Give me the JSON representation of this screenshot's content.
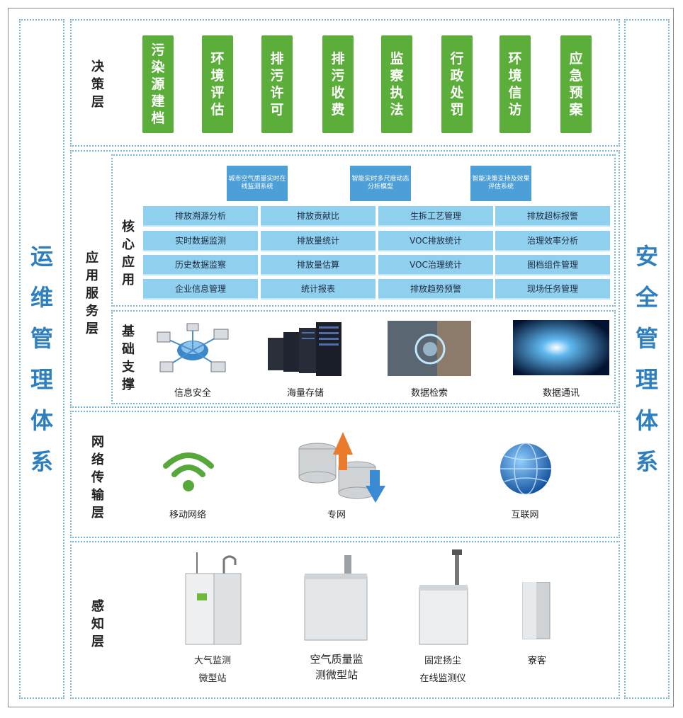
{
  "side_left": [
    "运",
    "维",
    "管",
    "理",
    "体",
    "系"
  ],
  "side_right": [
    "安",
    "全",
    "管",
    "理",
    "体",
    "系"
  ],
  "decision": {
    "label": [
      "决",
      "策",
      "层"
    ],
    "buttons": [
      [
        "污",
        "染",
        "源",
        "建",
        "档"
      ],
      [
        "环",
        "境",
        "评",
        "估"
      ],
      [
        "排",
        "污",
        "许",
        "可"
      ],
      [
        "排",
        "污",
        "收",
        "费"
      ],
      [
        "监",
        "察",
        "执",
        "法"
      ],
      [
        "行",
        "政",
        "处",
        "罚"
      ],
      [
        "环",
        "境",
        "信",
        "访"
      ],
      [
        "应",
        "急",
        "预",
        "案"
      ]
    ]
  },
  "app": {
    "label": [
      "应",
      "用",
      "服",
      "务",
      "层"
    ],
    "core_label": [
      "核",
      "心",
      "应",
      "用"
    ],
    "base_label": [
      "基",
      "础",
      "支",
      "撑"
    ],
    "notes": [
      "城市空气质量实时在线监测系统",
      "智能实时多尺度动态分析模型",
      "智能决策支持及效果评估系统"
    ],
    "grid": [
      [
        "排放溯源分析",
        "排放贡献比",
        "生拆工艺管理",
        "排放超标报警"
      ],
      [
        "实时数据监测",
        "排放量统计",
        "VOC排放统计",
        "治理效率分析"
      ],
      [
        "历史数据监察",
        "排放量估算",
        "VOC治理统计",
        "图档组件管理"
      ],
      [
        "企业信息管理",
        "统计报表",
        "排放趋势预警",
        "现场任务管理"
      ]
    ],
    "base_items": [
      "信息安全",
      "海量存储",
      "数据检索",
      "数据通讯"
    ]
  },
  "network": {
    "label": [
      "网",
      "络",
      "传",
      "输",
      "层"
    ],
    "items": [
      "移动网络",
      "专网",
      "互联网"
    ]
  },
  "sense": {
    "label": [
      "感",
      "知",
      "层"
    ],
    "items": [
      {
        "line1": "大气监测",
        "line2": "微型站"
      },
      {
        "line1": "空气质量监",
        "line2": "测微型站"
      },
      {
        "line1": "固定扬尘",
        "line2": "在线监测仪"
      },
      {
        "line1": "寮客",
        "line2": ""
      }
    ]
  },
  "colors": {
    "green": "#5cae3a",
    "blue_title": "#2d7fc0",
    "cell": "#8fd0ee",
    "dashed": "#79b6d8"
  }
}
